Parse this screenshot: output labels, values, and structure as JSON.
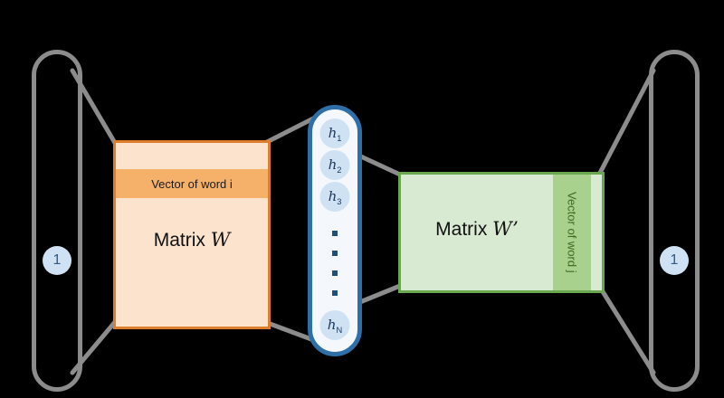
{
  "diagram": {
    "title": "word2vec network diagram",
    "input_layer": {
      "value": "1"
    },
    "output_layer": {
      "value": "1"
    },
    "matrix_w": {
      "prefix": "Matrix ",
      "symbol": "W",
      "band_label": "Vector of word i"
    },
    "matrix_w_prime": {
      "prefix": "Matrix ",
      "symbol": "W’",
      "band_label": "Vector of word j"
    },
    "hidden": {
      "nodes": [
        {
          "base": "h",
          "sub": "1"
        },
        {
          "base": "h",
          "sub": "2"
        },
        {
          "base": "h",
          "sub": "3"
        },
        {
          "base": "h",
          "sub": "N"
        }
      ],
      "ellipsis_icon": "vertical-dots"
    },
    "colors": {
      "background": "#000000",
      "connector_gray": "#8c8c8c",
      "orange_border": "#dd7e2e",
      "orange_fill": "#fbe3cd",
      "orange_band": "#f5b06a",
      "green_border": "#6aa84f",
      "green_fill": "#d9ead3",
      "green_band": "#a9d18e",
      "blue_border": "#2e6fa7",
      "node_fill": "#cfe2f3"
    }
  }
}
